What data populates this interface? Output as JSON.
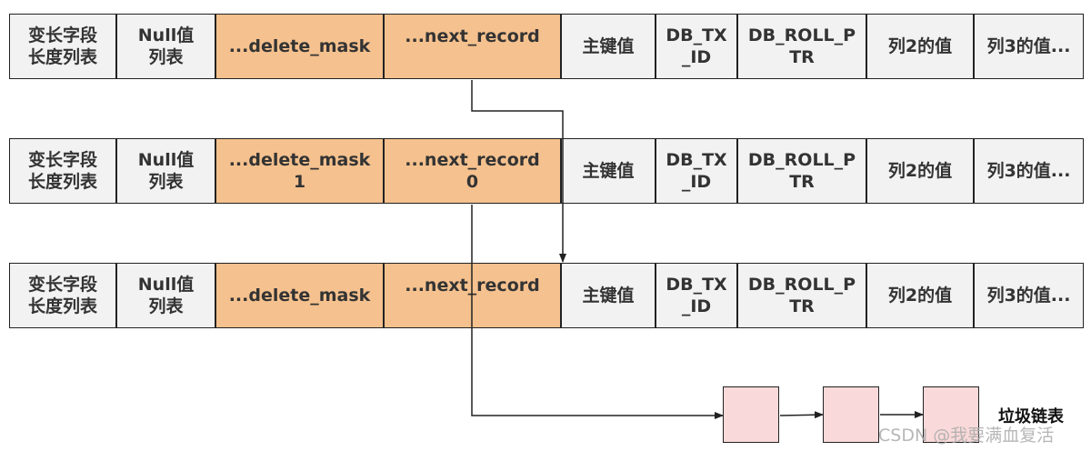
{
  "rows": [
    {
      "cells": [
        {
          "text": "变长字段\n长度列表"
        },
        {
          "text": "Null值\n列表"
        },
        {
          "text": "...delete_mask",
          "orange": true
        },
        {
          "text": "...next_record",
          "orange": true,
          "top": true
        },
        {
          "text": "主键值"
        },
        {
          "text": "DB_TX\n_ID"
        },
        {
          "text": "DB_ROLL_P\nTR"
        },
        {
          "text": "列2的值"
        },
        {
          "text": "列3的值..."
        }
      ]
    },
    {
      "cells": [
        {
          "text": "变长字段\n长度列表"
        },
        {
          "text": "Null值\n列表"
        },
        {
          "text": "...delete_mask\n1",
          "orange": true
        },
        {
          "text": "...next_record\n0",
          "orange": true
        },
        {
          "text": "主键值"
        },
        {
          "text": "DB_TX\n_ID"
        },
        {
          "text": "DB_ROLL_P\nTR"
        },
        {
          "text": "列2的值"
        },
        {
          "text": "列3的值..."
        }
      ]
    },
    {
      "cells": [
        {
          "text": "变长字段\n长度列表"
        },
        {
          "text": "Null值\n列表"
        },
        {
          "text": "...delete_mask",
          "orange": true
        },
        {
          "text": "...next_record",
          "orange": true,
          "top": true
        },
        {
          "text": "主键值"
        },
        {
          "text": "DB_TX\n_ID"
        },
        {
          "text": "DB_ROLL_P\nTR"
        },
        {
          "text": "列2的值"
        },
        {
          "text": "列3的值..."
        }
      ]
    }
  ],
  "garbage_list": {
    "label": "垃圾链表",
    "node_count": 3
  },
  "watermark": "CSDN @我要满血复活",
  "colors": {
    "field_fill": "#f2f2f2",
    "highlight_fill": "#f5c18e",
    "garbage_node_fill": "#f9d9d9",
    "line": "#222222"
  }
}
